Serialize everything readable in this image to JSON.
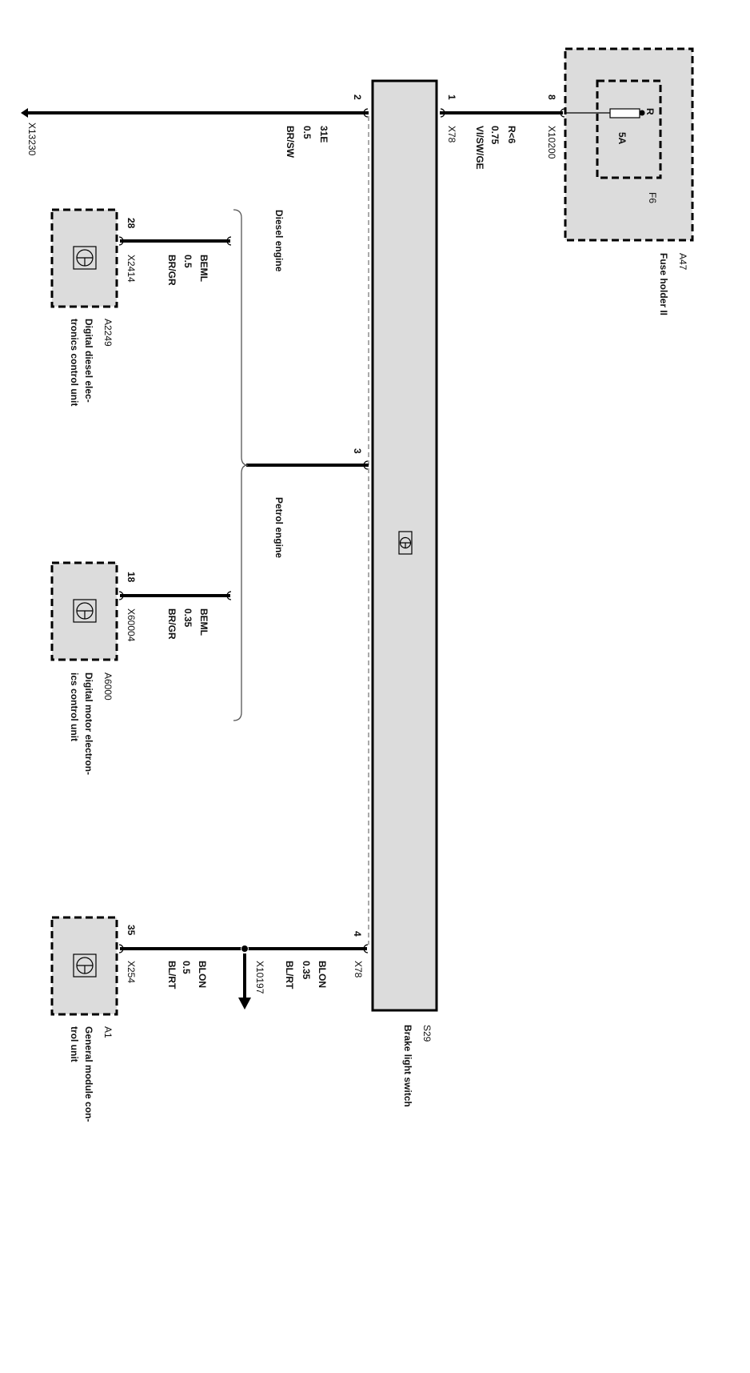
{
  "switch": {
    "id": "S29",
    "name": "Brake light switch"
  },
  "fuse_holder": {
    "id": "A47",
    "name": "Fuse holder II",
    "fuse_id": "F6",
    "fuse_rating": "5A",
    "fuse_pin": "R",
    "connector": "X10200",
    "pin": "8"
  },
  "wire_ground": {
    "pin": "2",
    "signal": "31E",
    "size": "0.5",
    "color": "BR/SW",
    "ground_connector": "X13230"
  },
  "wire_supply": {
    "pin": "1",
    "connector": "X78",
    "signal": "R<6",
    "size": "0.75",
    "color": "VI/SW/GE"
  },
  "wire_engine": {
    "pin": "3",
    "diesel_label": "Diesel engine",
    "petrol_label": "Petrol engine"
  },
  "diesel_unit": {
    "id": "A2249",
    "name_line1": "Digital diesel elec-",
    "name_line2": "tronics control unit",
    "pin": "28",
    "connector": "X2414",
    "signal": "BEML",
    "size": "0.5",
    "color": "BR/GR"
  },
  "petrol_unit": {
    "id": "A6000",
    "name_line1": "Digital motor electron-",
    "name_line2": "ics control unit",
    "pin": "18",
    "connector": "X60004",
    "signal": "BEML",
    "size": "0.35",
    "color": "BR/GR"
  },
  "wire_gm": {
    "pin_switch": "4",
    "connector_switch": "X78",
    "signal1": "BLON",
    "size1": "0.35",
    "color1": "BL/RT",
    "splice": "X10197",
    "signal2": "BLON",
    "size2": "0.5",
    "color2": "BL/RT"
  },
  "gm_unit": {
    "id": "A1",
    "name_line1": "General module con-",
    "name_line2": "trol unit",
    "pin": "35",
    "connector": "X254"
  }
}
